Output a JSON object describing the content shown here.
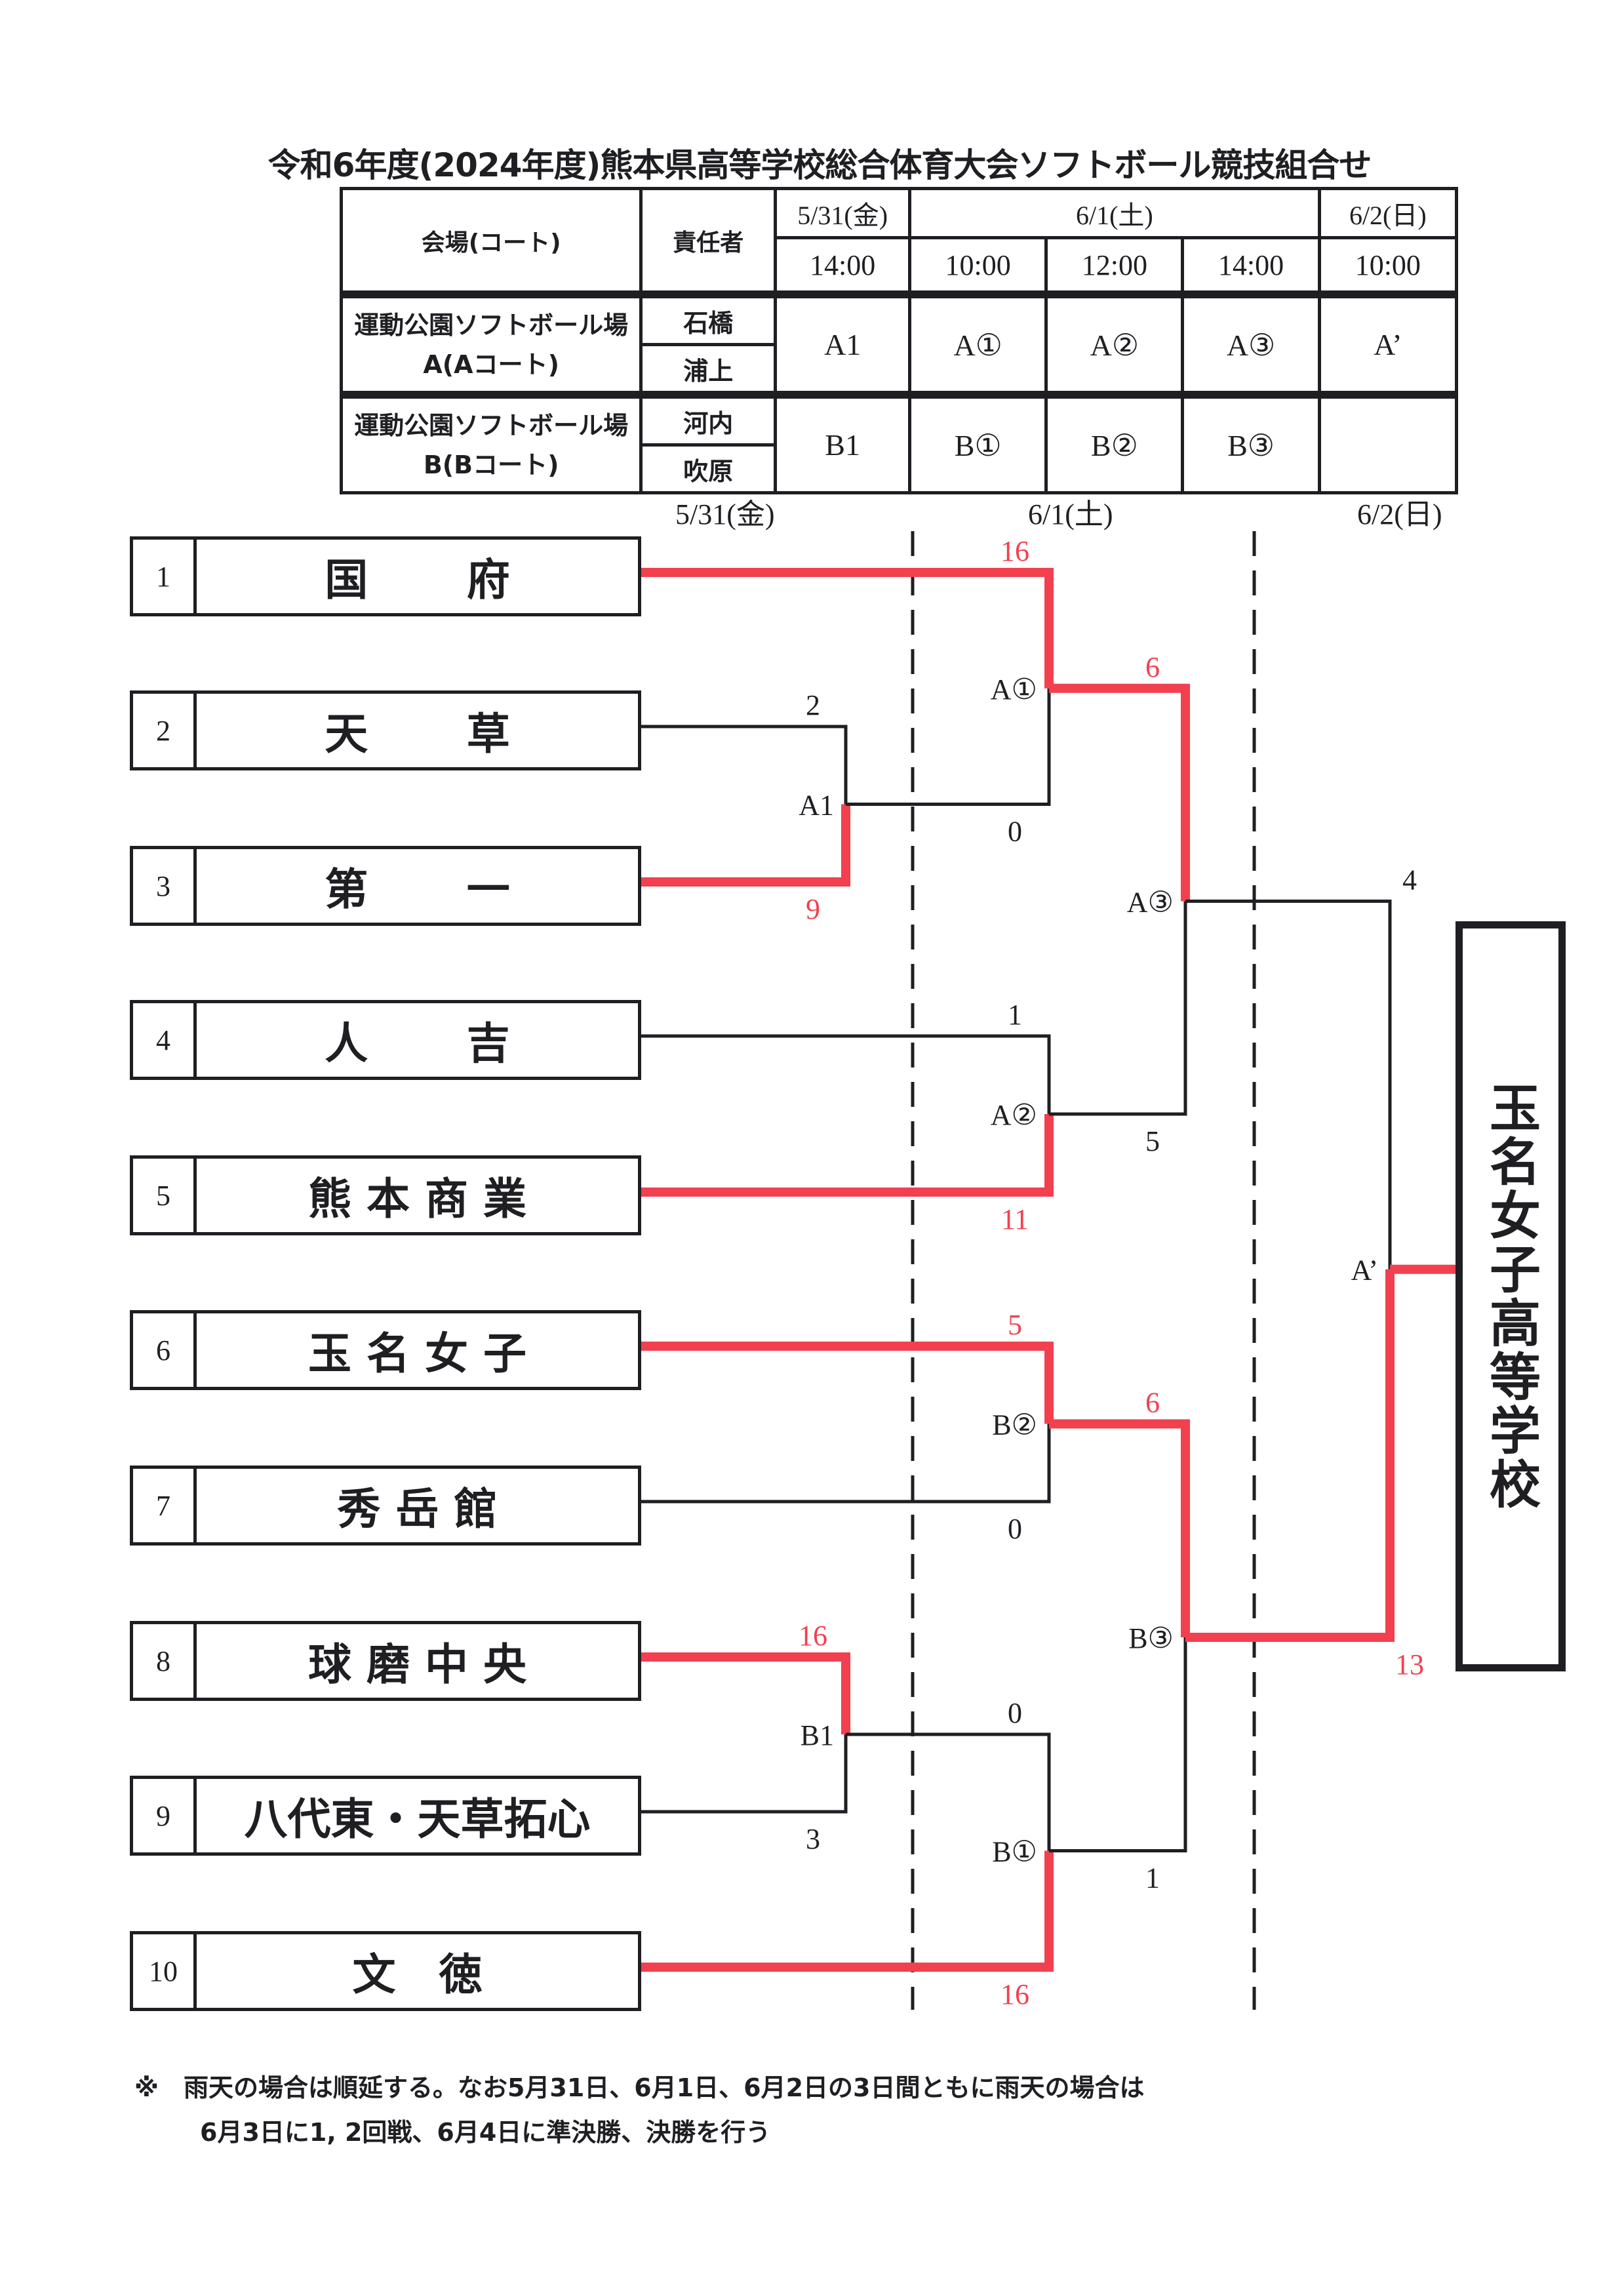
{
  "title": "令和6年度(2024年度)熊本県高等学校総合体育大会ソフトボール競技組合せ",
  "schedule": {
    "venue_header": "会場(コート)",
    "person_header": "責任者",
    "dates": [
      "5/31(金)",
      "6/1(土)",
      "6/2(日)"
    ],
    "times": [
      "14:00",
      "10:00",
      "12:00",
      "14:00",
      "10:00"
    ],
    "rows": [
      {
        "venue": "運動公園ソフトボール場A(Aコート)",
        "persons": [
          "石橋",
          "浦上"
        ],
        "matches": [
          "A1",
          "A①",
          "A②",
          "A③",
          "A’"
        ]
      },
      {
        "venue": "運動公園ソフトボール場B(Bコート)",
        "persons": [
          "河内",
          "吹原"
        ],
        "matches": [
          "B1",
          "B①",
          "B②",
          "B③",
          ""
        ]
      }
    ]
  },
  "day_labels": [
    "5/31(金)",
    "6/1(土)",
    "6/2(日)"
  ],
  "teams": [
    {
      "seed": "1",
      "name": "国　府",
      "spread": true
    },
    {
      "seed": "2",
      "name": "天　草",
      "spread": true
    },
    {
      "seed": "3",
      "name": "第　一",
      "spread": true
    },
    {
      "seed": "4",
      "name": "人　吉",
      "spread": true
    },
    {
      "seed": "5",
      "name": "熊 本 商 業",
      "spread": false
    },
    {
      "seed": "6",
      "name": "玉 名 女 子",
      "spread": false
    },
    {
      "seed": "7",
      "name": "秀 岳 館",
      "spread": false
    },
    {
      "seed": "8",
      "name": "球 磨 中 央",
      "spread": false
    },
    {
      "seed": "9",
      "name": "八代東・天草拓心",
      "spread": false
    },
    {
      "seed": "10",
      "name": "文　徳",
      "spread": false
    }
  ],
  "matches": {
    "A1": {
      "label": "A1",
      "top_score": "2",
      "bottom_score": "9",
      "winner": "bottom"
    },
    "A1_circ": {
      "label": "A①",
      "top_score": "16",
      "bottom_score": "0",
      "winner": "top"
    },
    "A2_circ": {
      "label": "A②",
      "top_score": "1",
      "bottom_score": "11",
      "winner": "bottom"
    },
    "A3_circ": {
      "label": "A③",
      "top_score": "6",
      "bottom_score": "5",
      "winner": "top"
    },
    "B2_circ": {
      "label": "B②",
      "top_score": "5",
      "bottom_score": "0",
      "winner": "top"
    },
    "B1": {
      "label": "B1",
      "top_score": "16",
      "bottom_score": "3",
      "winner": "top"
    },
    "B1_circ": {
      "label": "B①",
      "top_score": "0",
      "bottom_score": "16",
      "winner": "bottom"
    },
    "B3_circ": {
      "label": "B③",
      "top_score": "6",
      "bottom_score": "1",
      "winner": "top"
    },
    "final": {
      "label": "A’",
      "top_score": "4",
      "bottom_score": "13",
      "winner": "bottom"
    }
  },
  "champion": "玉名女子高等学校",
  "note": {
    "line1": "※　雨天の場合は順延する。なお5月31日、6月1日、6月2日の3日間ともに雨天の場合は",
    "line2": "6月3日に1, 2回戦、6月4日に準決勝、決勝を行う"
  },
  "colors": {
    "winner_line": "#f2404f",
    "ink": "#1f1f23"
  }
}
